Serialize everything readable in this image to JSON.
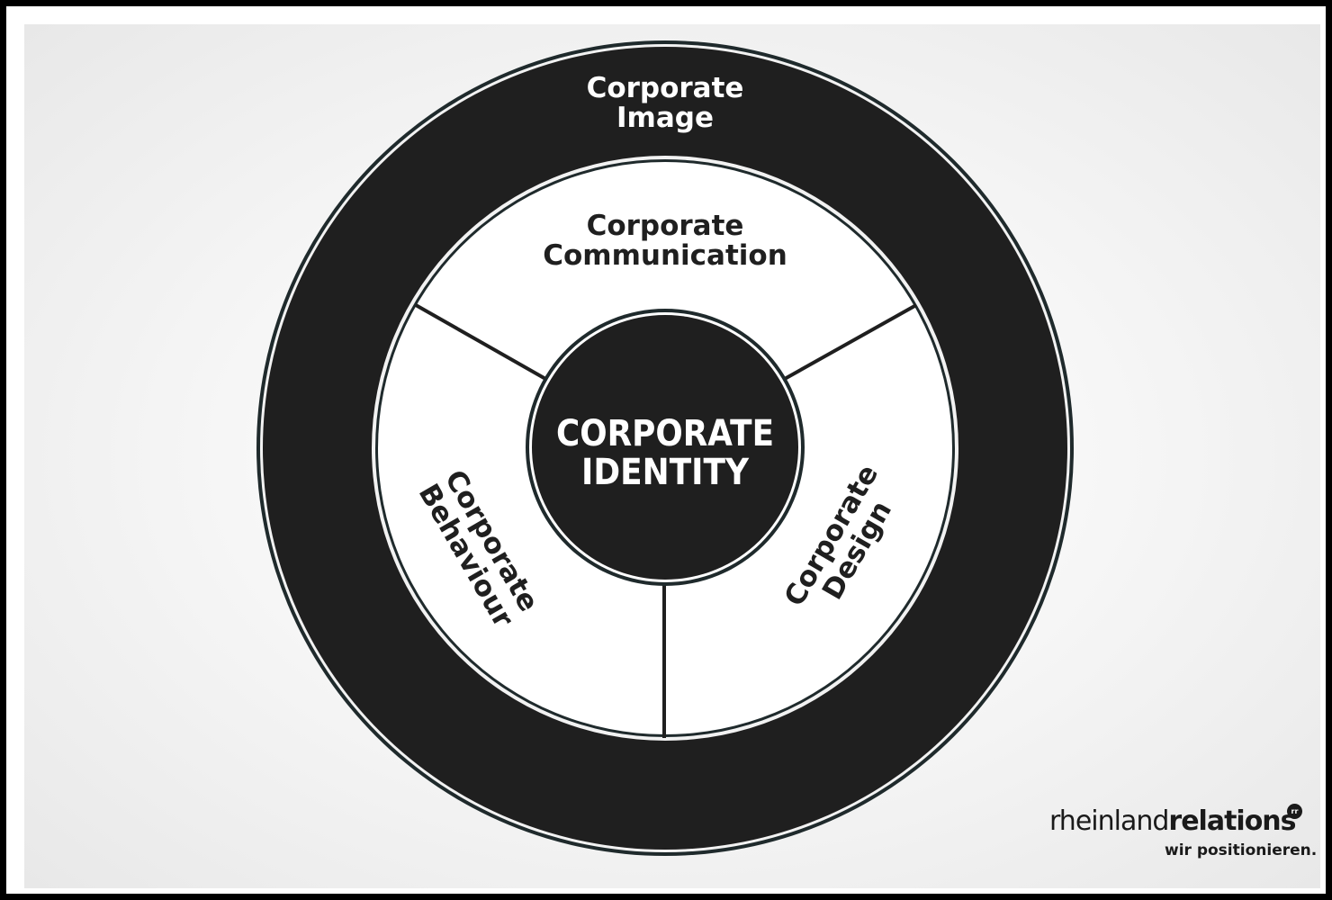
{
  "diagram": {
    "outer_ring": {
      "line1": "Corporate",
      "line2": "Image"
    },
    "top_segment": {
      "line1": "Corporate",
      "line2": "Communication"
    },
    "left_segment": {
      "line1": "Corporate",
      "line2": "Behaviour"
    },
    "right_segment": {
      "line1": "Corporate",
      "line2": "Design"
    },
    "center": {
      "line1": "CORPORATE",
      "line2": "IDENTITY"
    }
  },
  "logo": {
    "name_light": "rheinland",
    "name_bold": "relations",
    "mark": "rr",
    "tagline": "wir positionieren."
  },
  "colors": {
    "ring": "#1f1f1f",
    "outline": "#1f2a2c",
    "background": "#ededed"
  }
}
